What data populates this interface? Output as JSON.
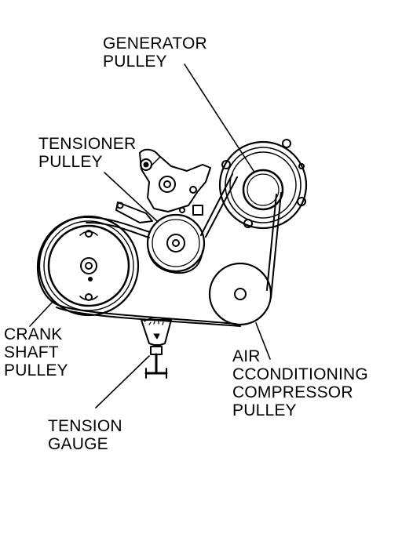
{
  "labels": {
    "generator": {
      "line1": "GENERATOR",
      "line2": "PULLEY"
    },
    "tensioner": {
      "line1": "TENSIONER",
      "line2": "PULLEY"
    },
    "crankshaft": {
      "line1": "CRANK",
      "line2": "SHAFT",
      "line3": "PULLEY"
    },
    "ac_compressor": {
      "line1": "AIR",
      "line2": "CCONDITIONING",
      "line3": "COMPRESSOR",
      "line4": "PULLEY"
    },
    "tension_gauge": {
      "line1": "TENSION",
      "line2": "GAUGE"
    }
  },
  "colors": {
    "ink": "#000000",
    "paper": "#ffffff"
  }
}
